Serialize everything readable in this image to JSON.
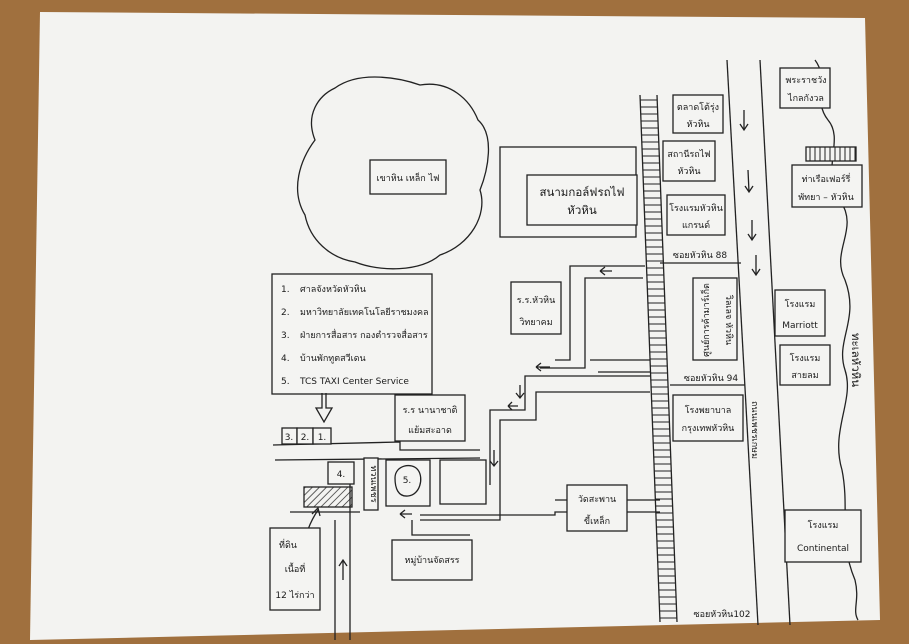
{
  "mountain": {
    "label": "เขาหิน เหล็ก ไฟ"
  },
  "golf": {
    "label_1": "สนามกอล์ฟรถไฟ",
    "label_2": "หัวหิน"
  },
  "legend": {
    "items": [
      {
        "num": "1.",
        "text": "ศาลจังหวัดหัวหิน"
      },
      {
        "num": "2.",
        "text": "มหาวิทยาลัยเทคโนโลยีราชมงคล"
      },
      {
        "num": "3.",
        "text": "ฝ่ายการสื่อสาร กองตำรวจสื่อสาร"
      },
      {
        "num": "4.",
        "text": "บ้านพักทูตสวีเดน"
      },
      {
        "num": "5.",
        "text": "TCS TAXI Center Service"
      }
    ]
  },
  "places": {
    "school_1": "ร.ร.หัวหิน",
    "school_2": "วิทยาคม",
    "intl_school_1": "ร.ร นานาชาติ",
    "intl_school_2": "แย้มสะอาด",
    "market_1": "ตลาดโต้รุ่ง",
    "market_2": "หัวหิน",
    "station_1": "สถานีรถไฟ",
    "station_2": "หัวหิน",
    "hotel_grand_1": "โรงแรมหัวหิน",
    "hotel_grand_2": "แกรนด์",
    "shopping_1": "ศูนย์การค้ามาร์เก็ต",
    "shopping_2": "วิลเลจ หัวหิน",
    "hospital_1": "โรงพยาบาล",
    "hospital_2": "กรุงเทพหัวหิน",
    "temple_1": "วัดสะพาน",
    "temple_2": "ขี้เหล็ก",
    "village": "หมู่บ้านจัดสรร",
    "land_1": "ที่ดิน",
    "land_2": "เนื้อที่",
    "land_3": "12 ไร่กว่า",
    "palace_1": "พระราชวัง",
    "palace_2": "ไกลกังวล",
    "ferry_1": "ท่าเรือเฟอร์รี่",
    "ferry_2": "พัทยา – หัวหิน",
    "marriott_1": "โรงแรม",
    "marriott_2": "Marriott",
    "saylom_1": "โรงแรม",
    "saylom_2": "สายลม",
    "continental_1": "โรงแรม",
    "continental_2": "Continental",
    "cell_3": "3.",
    "cell_2": "2.",
    "cell_1": "1.",
    "cell_4": "4.",
    "cell_5": "5.",
    "side_building": "ทวนเพชร"
  },
  "roads": {
    "soi88": "ซอยหัวหิน 88",
    "soi94": "ซอยหัวหิน 94",
    "soi102": "ซอยหัวหิน102",
    "petchkasem": "ถนนเพชรเกษม",
    "sea": "ทะเลหัวหิน"
  },
  "colors": {
    "paper": "#f4f4f2",
    "ink": "#222222",
    "table": "#a0703e"
  }
}
